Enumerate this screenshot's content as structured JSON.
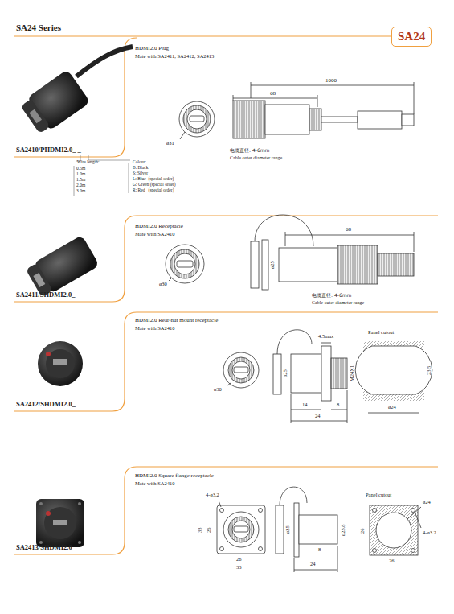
{
  "diagram": {
    "title": "SA24 Series",
    "nodes": [
      {
        "text": [
          "SA24"
        ]
      }
    ],
    "labels": [
      "HDMI2.0 Plug",
      "Mate with SA2411, SA2412, SA2413",
      "SA2410/PHDMI2.0_ _",
      "Wire length:",
      "0.5m",
      "1.0m",
      "1.5m",
      "2.0m",
      "3.0m",
      "Colour:",
      "B: Black",
      "S: Silver",
      "L: Blue  (special order)",
      "G: Green (special order)",
      "R: Red   (special order)",
      "1000",
      "68",
      "ø31",
      "电缆直径: 4-6mm",
      "Cable outer diameter range",
      "HDMI2.0 Receptacle",
      "Mate with SA2410",
      "SA2411/SHDMI2.0_",
      "68",
      "ø25",
      "ø30",
      "电缆直径: 4-6mm",
      "Cable outer diameter range",
      "HDMI2.0 Rear-nut mount receptacle",
      "Mate with SA2410",
      "SA2412/SHDMI2.0_",
      "4.5max",
      "ø25",
      "M24X1",
      "14",
      "8",
      "24",
      "ø30",
      "Panel cutout",
      "23.5",
      "ø24",
      "HDMI2.0 Square flange receptacle",
      "Mate with SA2410",
      "SA2413/SHDMI2.0_",
      "4-ø3.2",
      "33",
      "26",
      "26",
      "33",
      "ø25",
      "ø23.8",
      "24",
      "8",
      "Panel cutout",
      "ø24",
      "4-ø3.2",
      "26",
      "26"
    ]
  }
}
